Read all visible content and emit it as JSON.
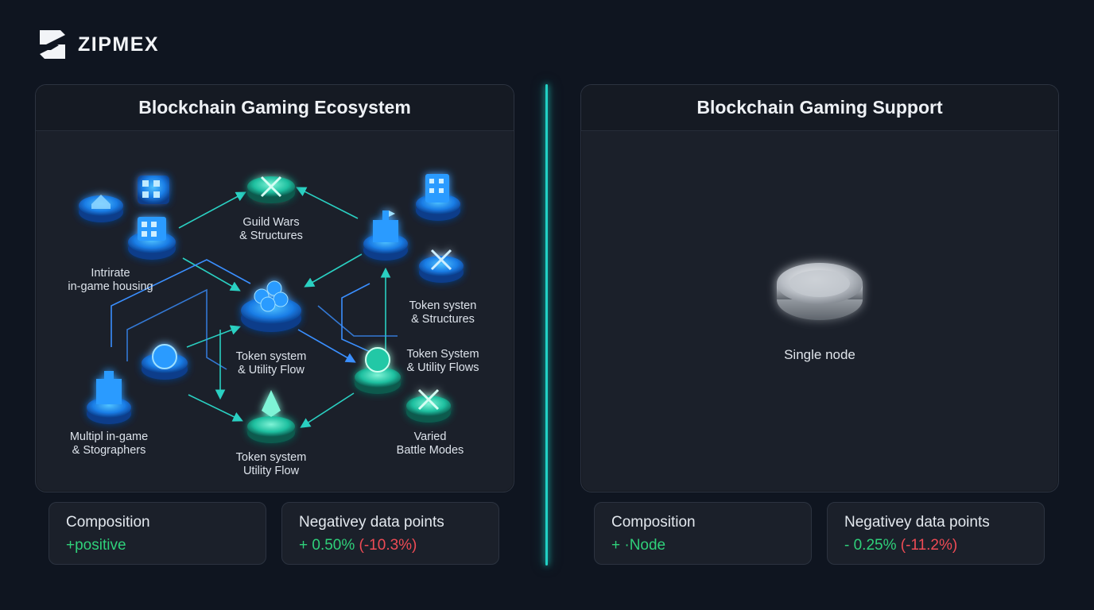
{
  "brand": {
    "name": "ZIPMEX"
  },
  "left_panel": {
    "title": "Blockchain Gaming Ecosystem",
    "labels": {
      "housing": [
        "Intrirate",
        "in-game housing"
      ],
      "guild": [
        "Guild Wars",
        "& Structures"
      ],
      "token_center": [
        "Token system",
        "& Utility Flow"
      ],
      "token_right": [
        "Token systen",
        "& Structures"
      ],
      "token_flows": [
        "Token System",
        "& Utility Flows"
      ],
      "multipl": [
        "Multipl in-game",
        "& Stographers"
      ],
      "token_bottom": [
        "Token system",
        "Utility Flow"
      ],
      "battle": [
        "Varied",
        "Battle Modes"
      ]
    }
  },
  "right_panel": {
    "title": "Blockchain Gaming Support",
    "node_label": "Single node"
  },
  "stats": [
    {
      "title": "Composition",
      "value_main": "+positive",
      "value_extra": "",
      "main_color": "#2fd07a"
    },
    {
      "title": "Negativey data points",
      "value_main": "+ 0.50%",
      "value_extra": "(-10.3%)",
      "main_color": "#2fd07a"
    },
    {
      "title": "Composition",
      "value_main": "+ ·Node",
      "value_extra": "",
      "main_color": "#2fd07a"
    },
    {
      "title": "Negativey data points",
      "value_main": "- 0.25%",
      "value_extra": "(-11.2%)",
      "main_color": "#2fd07a"
    }
  ],
  "colors": {
    "accent": "#21d0c4",
    "positive": "#2fd07a",
    "negative": "#ef4b55",
    "node_blue": "#1e90ff",
    "node_teal": "#20d8b0"
  }
}
